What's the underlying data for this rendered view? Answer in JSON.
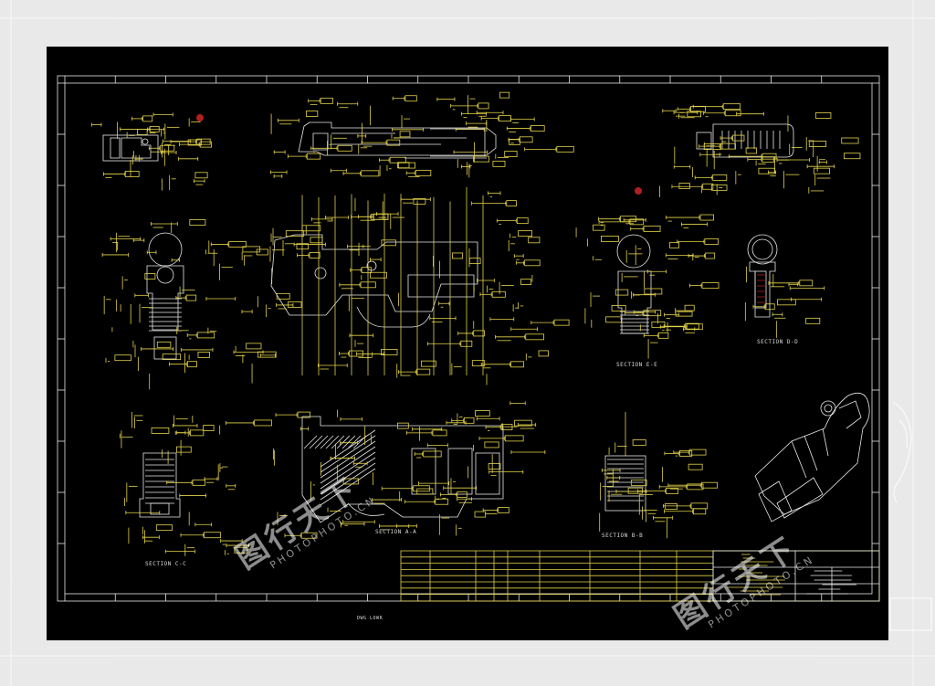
{
  "sections": {
    "s1": "SECTION  D-D",
    "s2": "SECTION  E-E",
    "s3": "SECTION  C-C",
    "s4": "SECTION  A-A",
    "s5": "SECTION  B-B"
  },
  "bottom_note": "DWG  LOWR",
  "watermark": {
    "cn": "图行天下",
    "en": "PHOTOPHOTO.CN"
  },
  "colors": {
    "sheet": "#000000",
    "line_white": "#e8e8e8",
    "line_yellow": "#e3d34a",
    "line_red": "#b02020",
    "page_bg": "#e9e9e9"
  }
}
